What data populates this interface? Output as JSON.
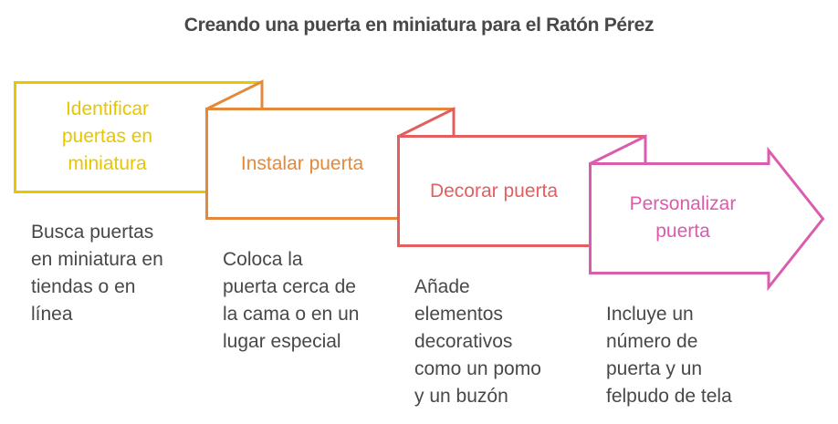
{
  "title": "Creando una puerta en miniatura para el Ratón Pérez",
  "steps": [
    {
      "label": "Identificar puertas en miniatura",
      "label_lines": [
        "Identificar",
        "puertas en",
        "miniatura"
      ],
      "color": "#E6C700",
      "description": "Busca puertas en miniatura en tiendas o en línea",
      "description_lines": [
        "Busca puertas",
        "en miniatura en",
        "tiendas o en",
        "línea"
      ]
    },
    {
      "label": "Instalar puerta",
      "label_lines": [
        "Instalar puerta"
      ],
      "color": "#E4883A",
      "description": "Coloca la puerta cerca de la cama o en un lugar especial",
      "description_lines": [
        "Coloca la",
        "puerta cerca de",
        "la cama o en un",
        "lugar especial"
      ]
    },
    {
      "label": "Decorar puerta",
      "label_lines": [
        "Decorar puerta"
      ],
      "color": "#E35F5F",
      "description": "Añade elementos decorativos como un pomo y un buzón",
      "description_lines": [
        "Añade",
        "elementos",
        "decorativos",
        "como un pomo",
        "y un buzón"
      ]
    },
    {
      "label": "Personalizar puerta",
      "label_lines": [
        "Personalizar",
        "puerta"
      ],
      "color": "#DB5BAF",
      "description": "Incluye un número de puerta y un felpudo de tela",
      "description_lines": [
        "Incluye un",
        "número de",
        "puerta y un",
        "felpudo de tela"
      ]
    }
  ]
}
